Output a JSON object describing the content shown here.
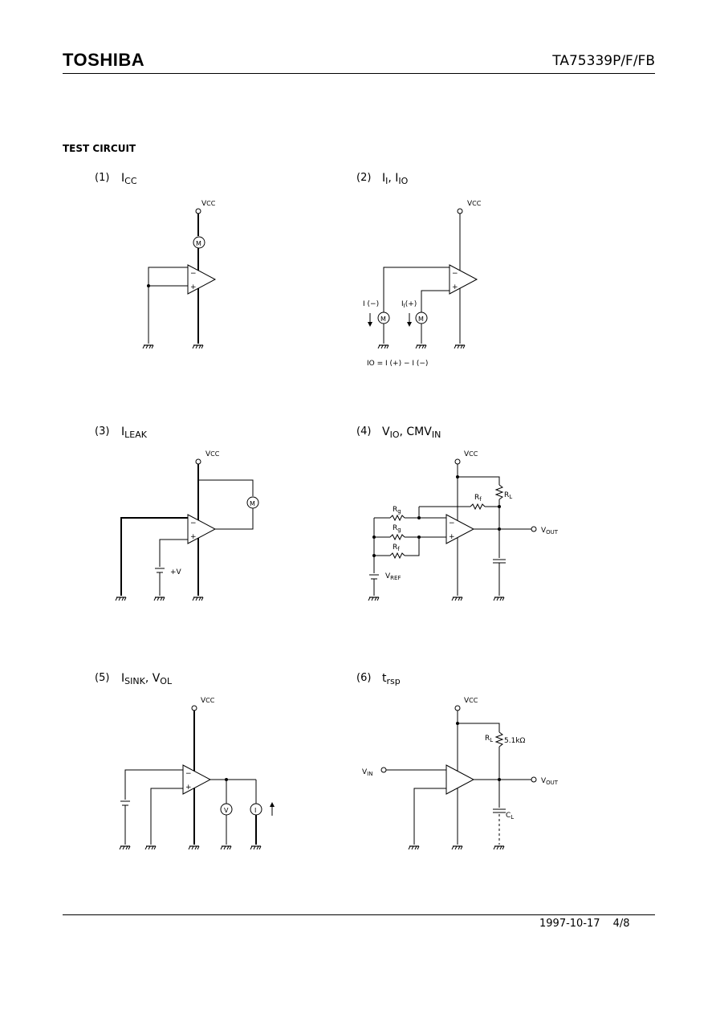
{
  "header": {
    "brand": "TOSHIBA",
    "part_number": "TA75339P/F/FB"
  },
  "section_title": "TEST CIRCUIT",
  "circuits": [
    {
      "number": "(1)",
      "title": "I",
      "title_sub": "CC"
    },
    {
      "number": "(2)",
      "title": "I",
      "title_sub": "I",
      "title_rest": ", I",
      "title_rest_sub": "IO"
    },
    {
      "number": "(3)",
      "title": "I",
      "title_sub": "LEAK"
    },
    {
      "number": "(4)",
      "title": "V",
      "title_sub": "IO",
      "title_rest": ", CMV",
      "title_rest_sub": "IN"
    },
    {
      "number": "(5)",
      "title": "I",
      "title_sub": "SINK",
      "title_rest": ", V",
      "title_rest_sub": "OL"
    },
    {
      "number": "(6)",
      "title": "t",
      "title_sub": "rsp"
    }
  ],
  "labels": {
    "vcc_main": "V",
    "vcc_sub": "CC",
    "meter_current": "M",
    "meter_v": "V",
    "meter_i": "I",
    "ii_minus": "I (−)",
    "ii_plus_main": "I",
    "ii_plus_sub": "I",
    "ii_plus_rest": "(+)",
    "iio_formula": "IO = I (+) − I (−)",
    "plus_v": "+V",
    "rg": "R",
    "rg_sub": "g",
    "rf": "R",
    "rf_sub": "f",
    "rl": "R",
    "rl_sub": "L",
    "vref_main": "V",
    "vref_sub": "REF",
    "vout_main": "V",
    "vout_sub": "OUT",
    "vin_main": "V",
    "vin_sub": "IN",
    "rl_value": "5.1kΩ",
    "cl": "C",
    "cl_sub": "L",
    "op_minus": "−",
    "op_plus": "+"
  },
  "footer": {
    "date": "1997-10-17",
    "page": "4/8"
  }
}
